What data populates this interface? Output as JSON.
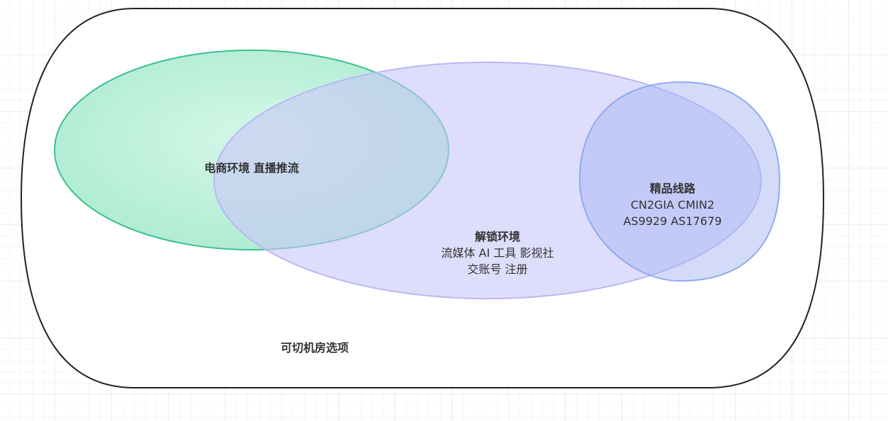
{
  "diagram": {
    "container": {
      "label": "可切机房选项"
    },
    "ecommerce": {
      "title": "电商环境 直播推流"
    },
    "unlock": {
      "title": "解锁环境",
      "body": "流媒体 AI 工具 影视社交账号 注册"
    },
    "premium": {
      "title": "精品线路",
      "body": "CN2GIA CMIN2 AS9929 AS17679"
    }
  },
  "colors": {
    "container_stroke": "#222222",
    "green_fill": "#b4ecd1",
    "green_stroke": "#3cc08f",
    "purple_fill": "#cfcdfa",
    "purple_stroke": "#bcb6f5",
    "blue_fill": "#a8baf5",
    "blue_stroke": "#94aef2"
  }
}
